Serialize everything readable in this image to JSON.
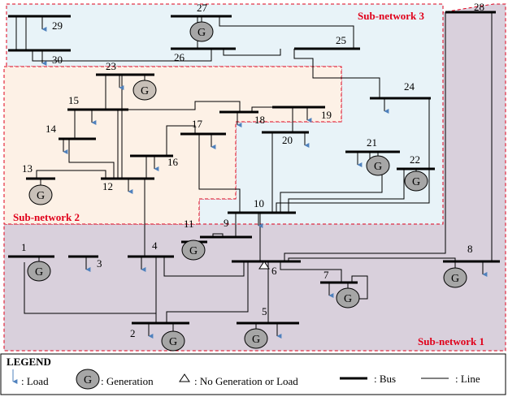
{
  "subnetworks": {
    "sub1": {
      "label": "Sub-network 1",
      "fill": "#d9d0dc"
    },
    "sub2": {
      "label": "Sub-network 2",
      "fill": "#fdf1e6"
    },
    "sub3": {
      "label": "Sub-network 3",
      "fill": "#e8f3f8"
    },
    "border_color": "#e0001a"
  },
  "buses": {
    "b1": "1",
    "b2": "2",
    "b3": "3",
    "b4": "4",
    "b5": "5",
    "b6": "6",
    "b7": "7",
    "b8": "8",
    "b9": "9",
    "b10": "10",
    "b11": "11",
    "b12": "12",
    "b13": "13",
    "b14": "14",
    "b15": "15",
    "b16": "16",
    "b17": "17",
    "b18": "18",
    "b19": "19",
    "b20": "20",
    "b21": "21",
    "b22": "22",
    "b23": "23",
    "b24": "24",
    "b25": "25",
    "b26": "26",
    "b27": "27",
    "b28": "28",
    "b29": "29",
    "b30": "30"
  },
  "generator_symbol": "G",
  "colors": {
    "load_arrow": "#4f81bd",
    "generator_fill": "#a6a6a6"
  },
  "legend": {
    "title": "LEGEND",
    "load": ": Load",
    "generation": ": Generation",
    "no_gen_load": ": No Generation or Load",
    "bus": ": Bus",
    "line": ": Line"
  }
}
